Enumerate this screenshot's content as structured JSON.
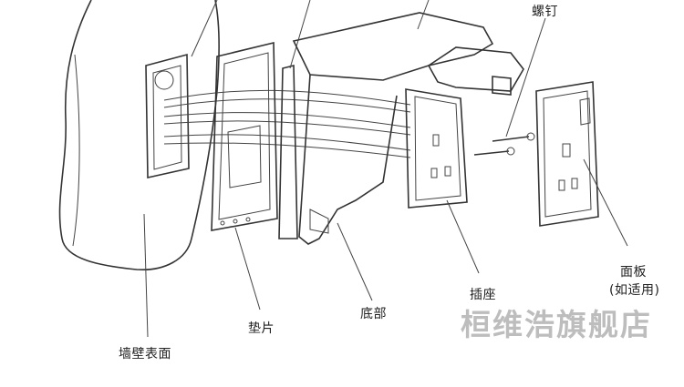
{
  "labels": {
    "screw": "螺钉",
    "panel": "面板",
    "panel_note": "(如适用)",
    "socket": "插座",
    "base": "底部",
    "gasket": "垫片",
    "wall": "墙壁表面"
  },
  "watermark": "桓维浩旗舰店",
  "colors": {
    "line": "#333333",
    "watermark": "#bdbdbd"
  }
}
